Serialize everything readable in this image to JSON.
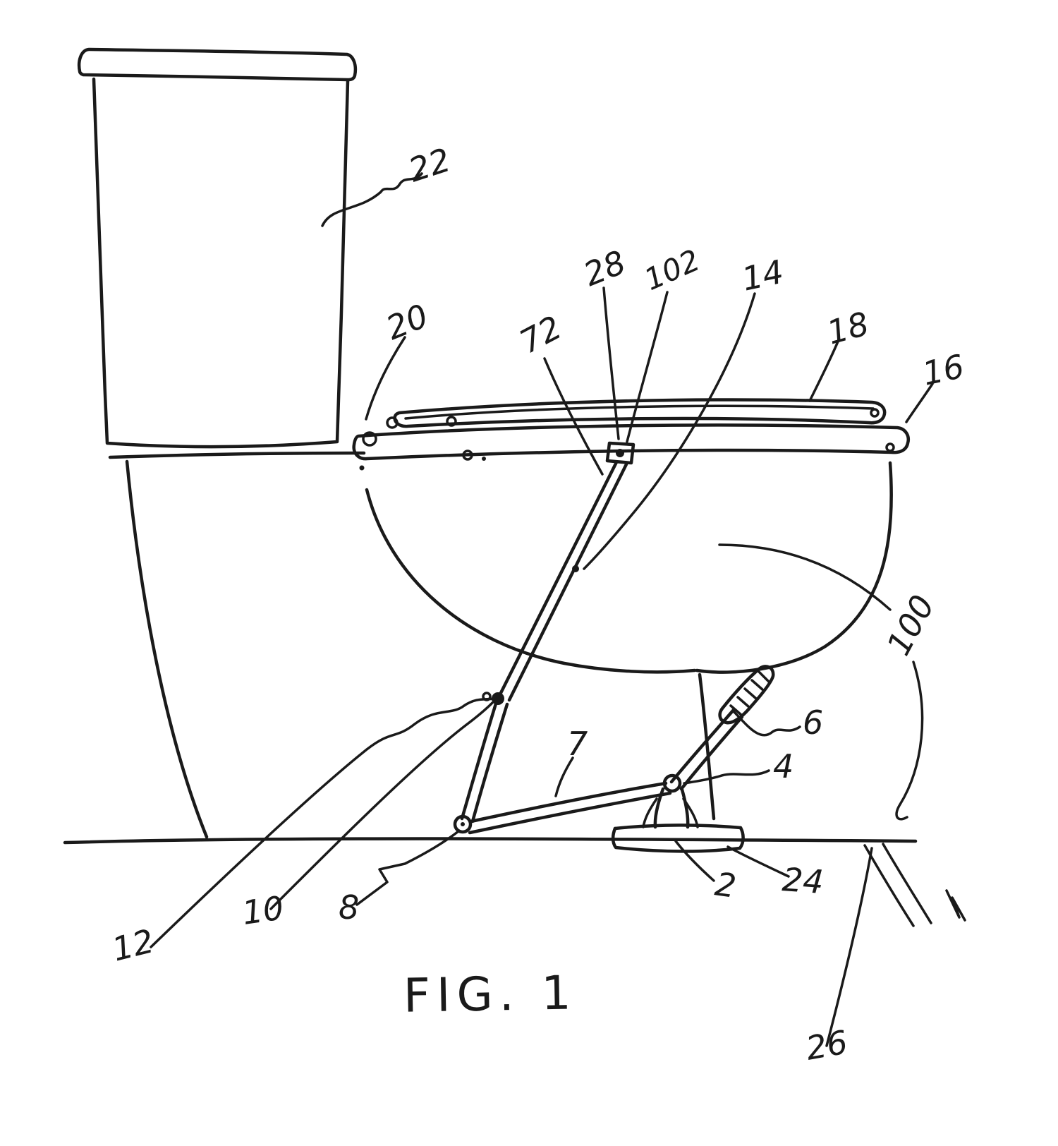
{
  "figure": {
    "caption": "FIG. 1",
    "labels": {
      "l2": "2",
      "l4": "4",
      "l6": "6",
      "l7": "7",
      "l8": "8",
      "l10": "10",
      "l12": "12",
      "l14": "14",
      "l16": "16",
      "l18": "18",
      "l20": "20",
      "l22": "22",
      "l24": "24",
      "l26": "26",
      "l28": "28",
      "l72": "72",
      "l100": "100",
      "l102": "102"
    },
    "colors": {
      "ink": "#1a1a1a",
      "background": "#ffffff"
    }
  }
}
